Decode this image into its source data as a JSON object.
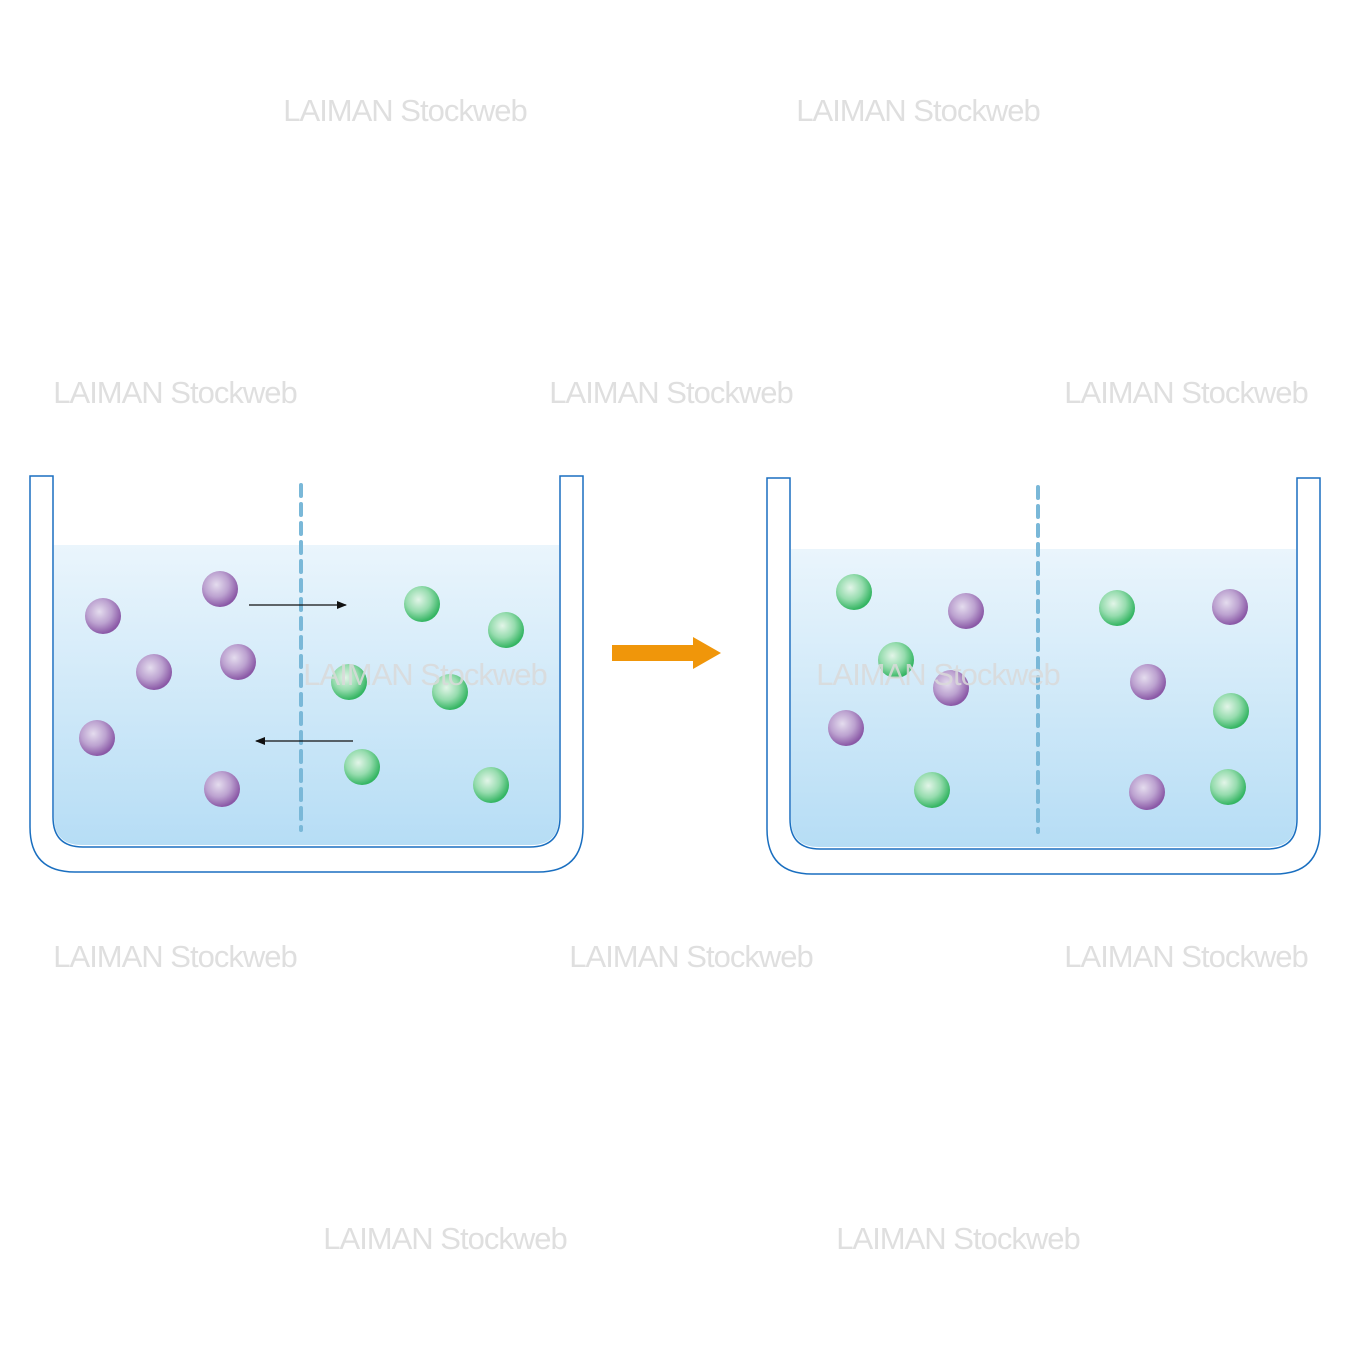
{
  "watermark": "LAIMAN Stockweb",
  "diagram": {
    "title_state_before": "diffusion-before",
    "title_state_after": "diffusion-after",
    "particle_types": [
      "purple-molecule",
      "green-molecule"
    ],
    "before": {
      "purple_count": 6,
      "green_count": 6
    },
    "after": {
      "left_purple": 3,
      "left_green": 3,
      "right_purple": 3,
      "right_green": 3
    }
  },
  "colors": {
    "container_stroke": "#1a6fc0",
    "liquid_top": "#eaf5fc",
    "liquid_bottom": "#b6ddf5",
    "membrane": "#7ab8d8",
    "purple": "#9a6fb4",
    "green": "#4cc27a",
    "process_arrow": "#f0960a",
    "watermark": "#d9d9d9"
  }
}
